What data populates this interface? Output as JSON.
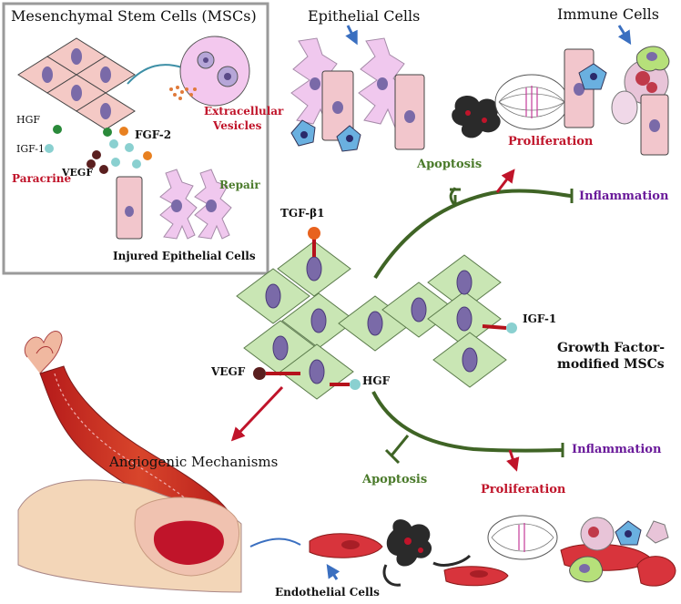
{
  "inset": {
    "title": "Mesenchymal Stem Cells (MSCs)",
    "hgf": "HGF",
    "igf1": "IGF-1",
    "fgf2": "FGF-2",
    "vegf": "VEGF",
    "paracrine": "Paracrine",
    "repair": "Repair",
    "injured": "Injured Epithelial Cells",
    "ev_line1": "Extracellular",
    "ev_line2": "Vesicles"
  },
  "top": {
    "epithelial": "Epithelial Cells",
    "immune": "Immune Cells",
    "proliferation": "Proliferation",
    "apoptosis": "Apoptosis",
    "inflammation": "Inflammation"
  },
  "center": {
    "tgfb1": "TGF-β1",
    "igf1": "IGF-1",
    "vegf": "VEGF",
    "hgf": "HGF",
    "gfm_line1": "Growth Factor-",
    "gfm_line2": "modified MSCs"
  },
  "bottom": {
    "angiogenic": "Angiogenic Mechanisms",
    "apoptosis": "Apoptosis",
    "proliferation": "Proliferation",
    "inflammation": "Inflammation",
    "endothelial": "Endothelial Cells"
  },
  "colors": {
    "msc_fill": "#c9e6b4",
    "msc_stroke": "#5a7a4a",
    "nucleus": "#7a6aa8",
    "epi_fill": "#f2c6cc",
    "pink_spiky": "#f0c8ee",
    "arrow_red": "#c0142a",
    "inhibit_green": "#3f6425",
    "receptor_red": "#b5121b",
    "blue_arrow": "#3a6fc0",
    "endothelial": "#d8343c"
  }
}
